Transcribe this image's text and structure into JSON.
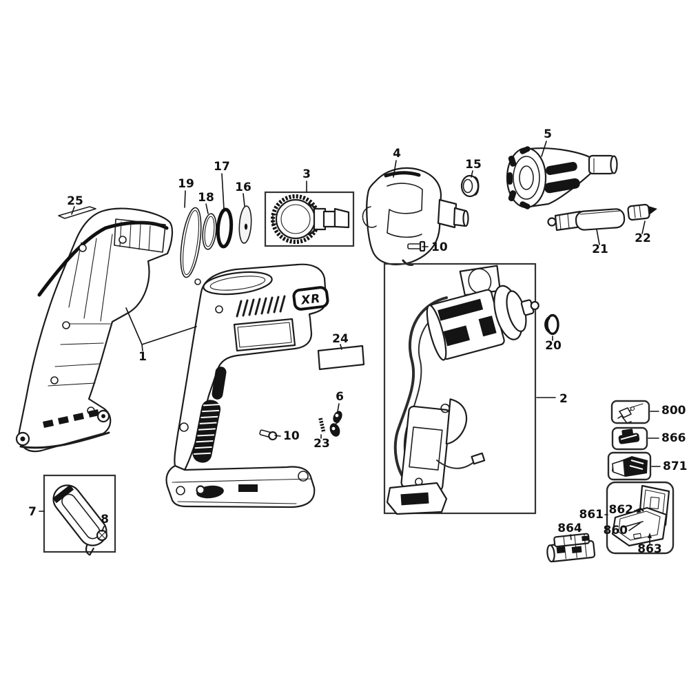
{
  "diagram": {
    "kind": "exploded-parts-diagram",
    "colors": {
      "background": "#ffffff",
      "line": "#1c1c1c",
      "accent_black": "#141414"
    }
  },
  "logo": {
    "xr": "XR"
  },
  "labels": {
    "p1": "1",
    "p2": "2",
    "p3": "3",
    "p4": "4",
    "p5": "5",
    "p6": "6",
    "p7": "7",
    "p8": "8",
    "p10": "10",
    "p15": "15",
    "p16": "16",
    "p17": "17",
    "p18": "18",
    "p19": "19",
    "p20": "20",
    "p21": "21",
    "p22": "22",
    "p23": "23",
    "p24": "24",
    "p25": "25",
    "p800": "800",
    "p860": "860",
    "p861": "861",
    "p862": "862",
    "p863": "863",
    "p864": "864",
    "p866": "866",
    "p871": "871"
  }
}
